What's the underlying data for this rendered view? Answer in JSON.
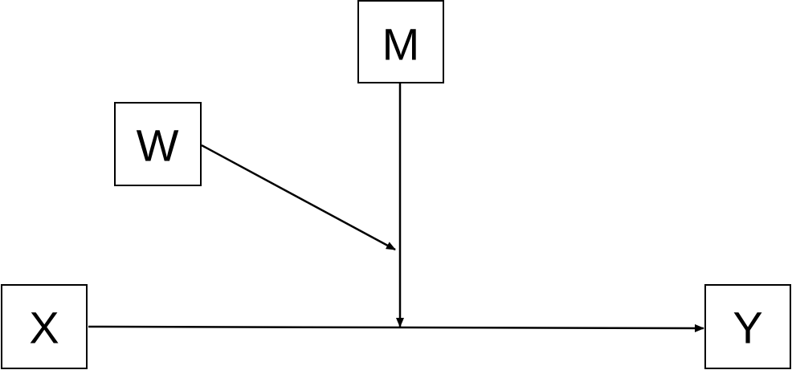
{
  "nodes": {
    "m": {
      "label": "M"
    },
    "w": {
      "label": "W"
    },
    "x": {
      "label": "X"
    },
    "y": {
      "label": "Y"
    }
  },
  "colors": {
    "stroke": "#000000",
    "background": "#ffffff"
  }
}
